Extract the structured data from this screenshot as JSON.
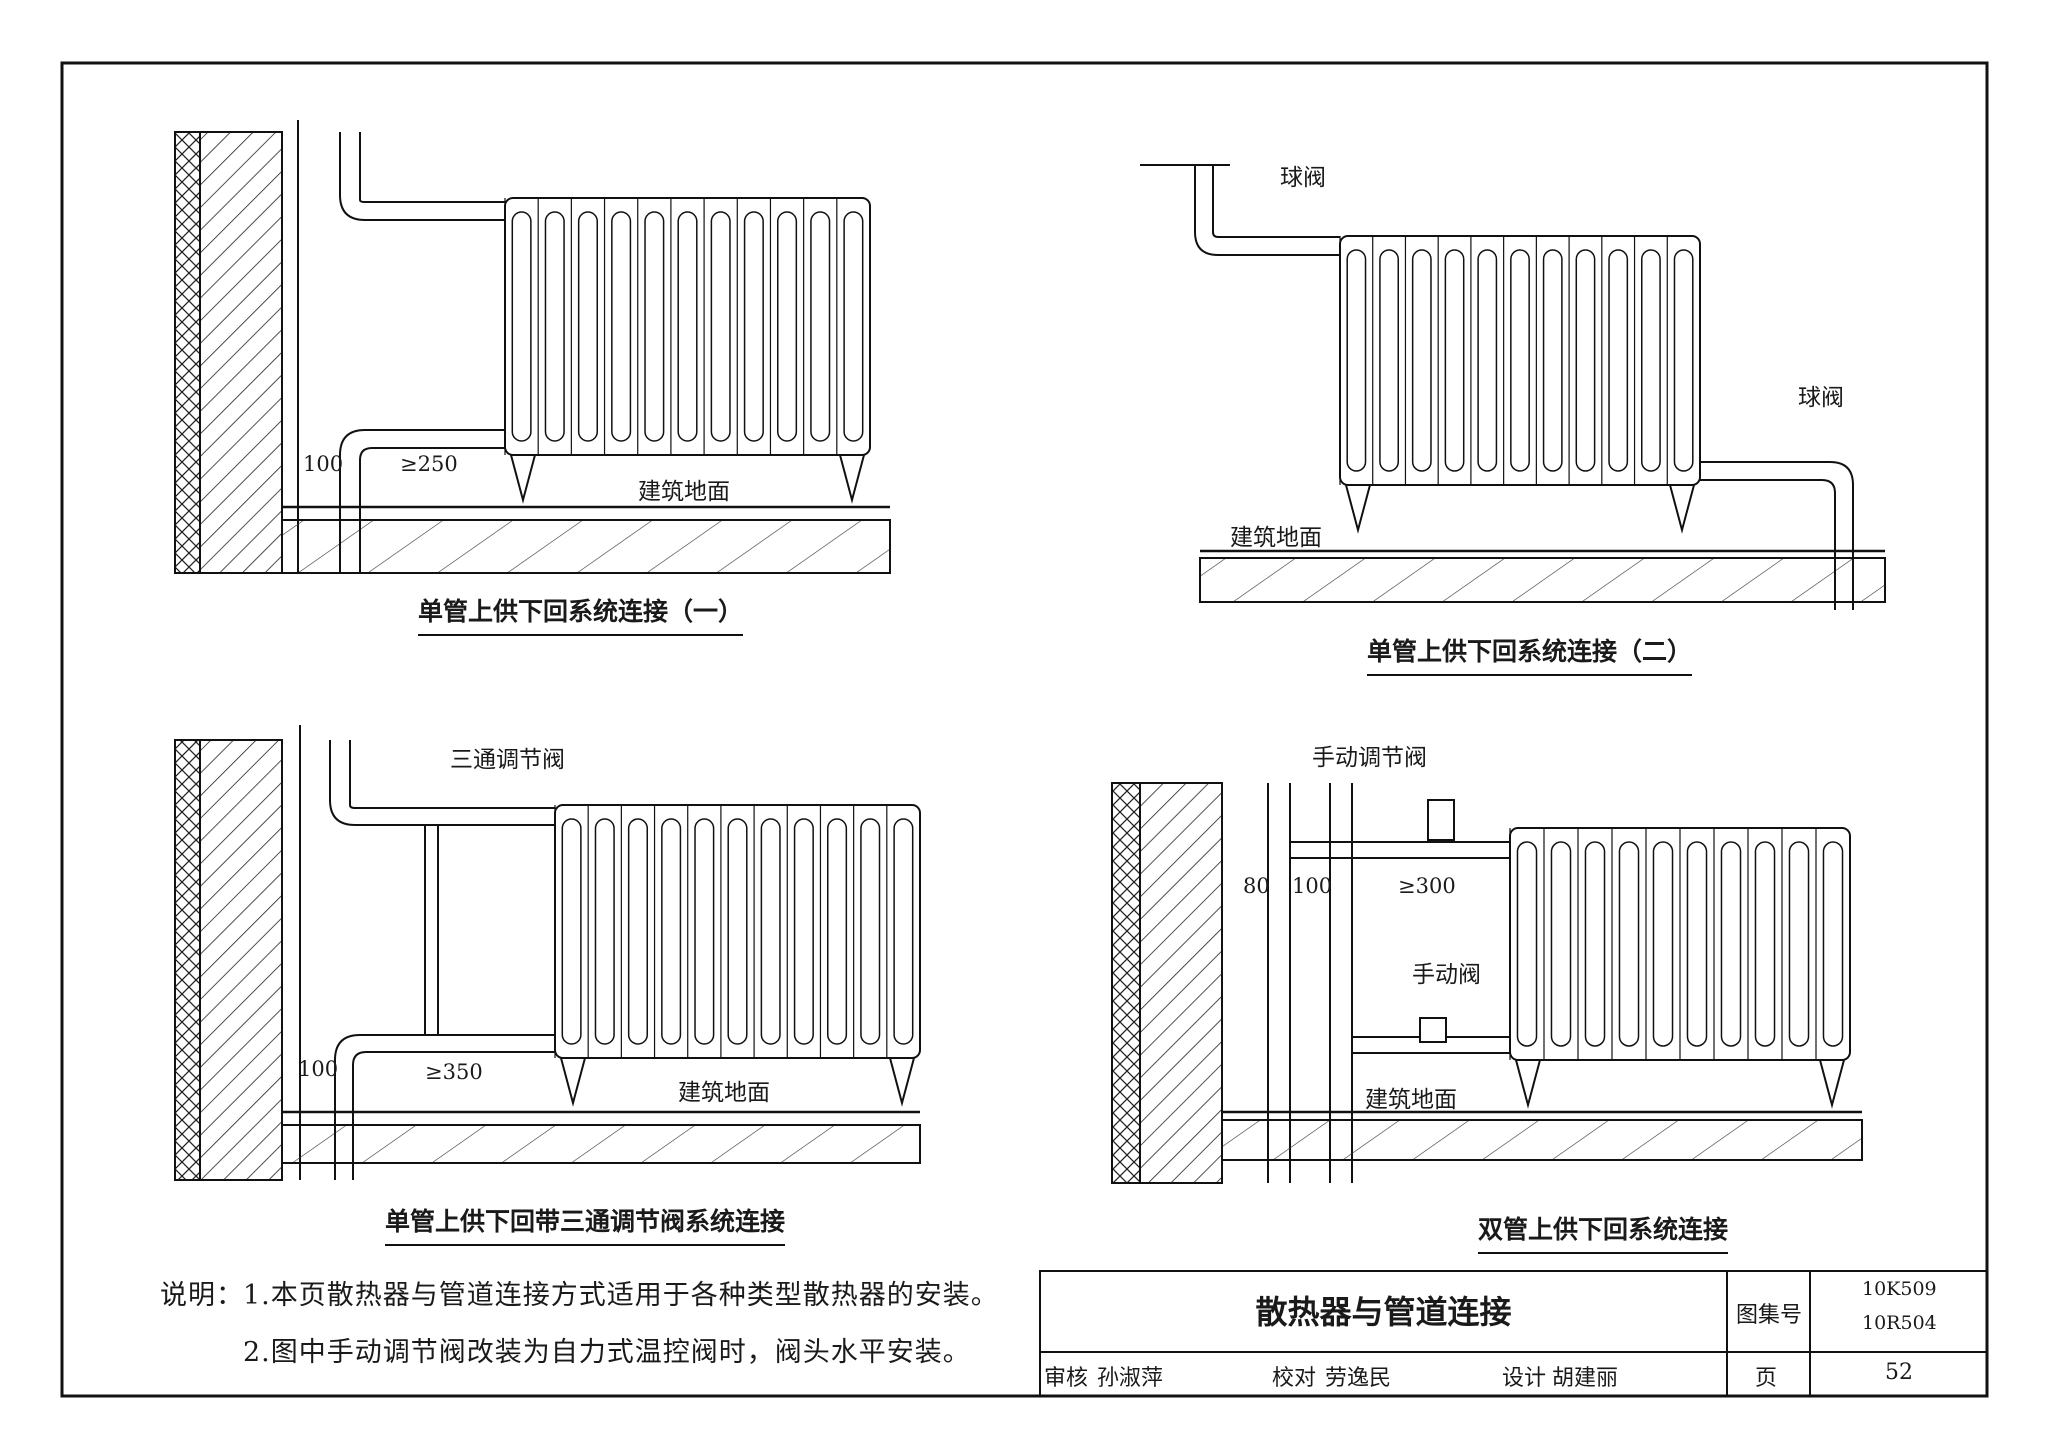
{
  "diagrams": [
    {
      "caption": "单管上供下回系统连接（一）",
      "floor_label": "建筑地面",
      "dims": [
        "100",
        "≥250"
      ],
      "valves": []
    },
    {
      "caption": "单管上供下回系统连接（二）",
      "floor_label": "建筑地面",
      "dims": [],
      "valves": [
        "球阀",
        "球阀"
      ]
    },
    {
      "caption": "单管上供下回带三通调节阀系统连接",
      "floor_label": "建筑地面",
      "dims": [
        "100",
        "≥350"
      ],
      "valves": [
        "三通调节阀"
      ]
    },
    {
      "caption": "双管上供下回系统连接",
      "floor_label": "建筑地面",
      "dims": [
        "80",
        "100",
        "≥300"
      ],
      "valves": [
        "手动调节阀",
        "手动阀"
      ]
    }
  ],
  "notes": {
    "prefix": "说明：",
    "items": [
      "1.本页散热器与管道连接方式适用于各种类型散热器的安装。",
      "2.图中手动调节阀改装为自力式温控阀时，阀头水平安装。"
    ]
  },
  "title_block": {
    "title": "散热器与管道连接",
    "atlas_label": "图集号",
    "atlas_numbers": [
      "10K509",
      "10R504"
    ],
    "page_label": "页",
    "page_number": "52",
    "review_label": "审核",
    "reviewer": "孙淑萍",
    "check_label": "校对",
    "checker": "劳逸民",
    "design_label": "设计",
    "designer": "胡建丽"
  }
}
